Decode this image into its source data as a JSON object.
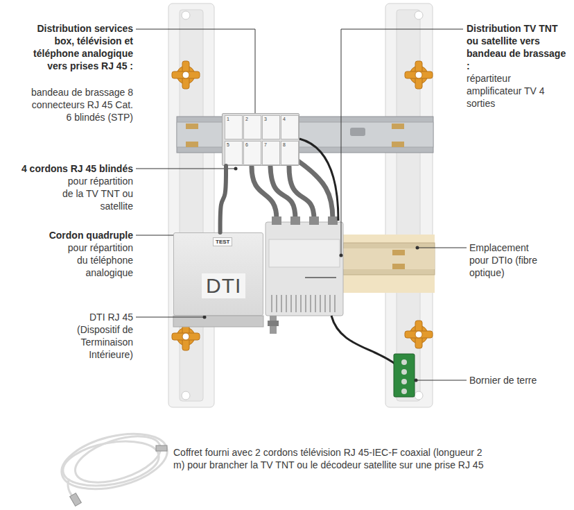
{
  "diagram": {
    "nodes": [
      {
        "text": [
          "1",
          "2",
          "3",
          "4",
          "5",
          "6",
          "7",
          "8"
        ]
      },
      {
        "text": [
          "TEST",
          "DTI"
        ]
      }
    ],
    "edges": [
      {
        "from": 1,
        "to": 0,
        "arrow": "none"
      }
    ],
    "labels": [
      "Distribution services box, télévision et téléphone analogique vers prises RJ 45 :",
      "bandeau de brassage 8 connecteurs RJ 45 Cat. 6 blindés (STP)",
      "4 cordons RJ 45 blindés",
      "pour répartition de la TV TNT ou satellite",
      "Cordon quadruple",
      "pour répartition du téléphone analogique",
      "DTI RJ 45 (Dispositif de Terminaison Intérieure)",
      "Distribution TV TNT ou satellite vers bandeau de brassage :",
      "répartiteur amplificateur TV 4 sorties",
      "Emplacement pour DTIo (fibre optique)",
      "Bornier de terre",
      "Coffret fourni avec 2 cordons télévision RJ 45-IEC-F coaxial (longueur 2 m) pour brancher la TV TNT ou le décodeur satellite sur une prise RJ 45"
    ]
  }
}
